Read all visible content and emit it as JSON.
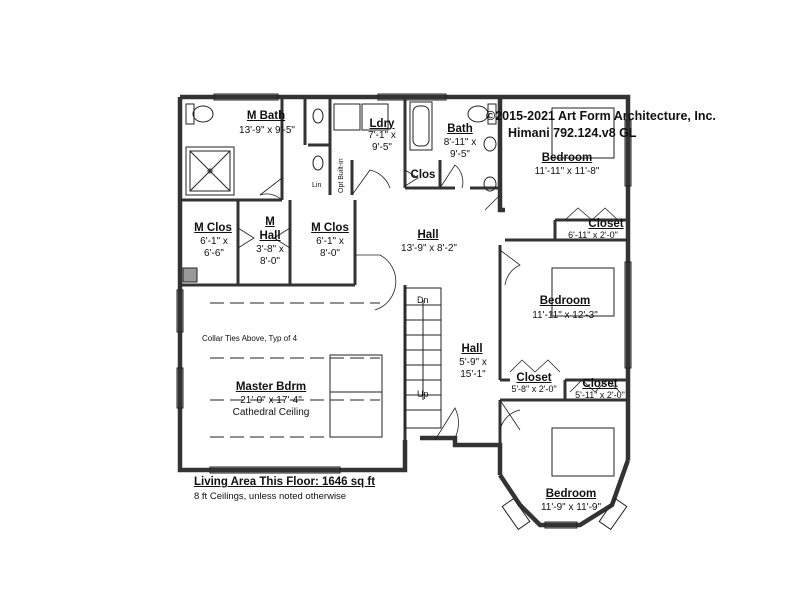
{
  "copyright": {
    "line1": "©2015-2021 Art Form Architecture, Inc.",
    "line2": "Himani 792.124.v8 GL"
  },
  "rooms": {
    "m_bath": {
      "name": "M Bath",
      "dims": "13'-9\" x 9'-5\""
    },
    "ldry": {
      "name": "Ldry",
      "dims_l1": "7'-1\" x",
      "dims_l2": "9'-5\""
    },
    "bath": {
      "name": "Bath",
      "dims_l1": "8'-11\" x",
      "dims_l2": "9'-5\""
    },
    "clos": {
      "name": "Clos"
    },
    "bedroom1": {
      "name": "Bedroom",
      "dims": "11'-11\" x 11'-8\""
    },
    "closet1": {
      "name": "Closet",
      "dims": "6'-11\" x 2'-0\""
    },
    "m_clos_left": {
      "name": "M Clos",
      "dims_l1": "6'-1\" x",
      "dims_l2": "6'-6\""
    },
    "m_hall": {
      "name_l1": "M",
      "name_l2": "Hall",
      "dims_l1": "3'-8\" x",
      "dims_l2": "8'-0\""
    },
    "m_clos_right": {
      "name": "M Clos",
      "dims_l1": "6'-1\" x",
      "dims_l2": "8'-0\""
    },
    "hall_upper": {
      "name": "Hall",
      "dims": "13'-9\" x 8'-2\""
    },
    "bedroom2": {
      "name": "Bedroom",
      "dims": "11'-11\" x 12'-3\""
    },
    "hall_lower": {
      "name": "Hall",
      "dims_l1": "5'-9\" x",
      "dims_l2": "15'-1\""
    },
    "closet2": {
      "name": "Closet",
      "dims": "5'-8\" x 2'-0\""
    },
    "closet3": {
      "name": "Closet",
      "dims": "5'-11\" x 2'-0\""
    },
    "master_bdrm": {
      "name": "Master Bdrm",
      "dims": "21'-0\" x 17'-4\"",
      "ceiling": "Cathedral Ceiling"
    },
    "bedroom3": {
      "name": "Bedroom",
      "dims": "11'-9\" x 11'-9\""
    }
  },
  "labels": {
    "lin": "Lin",
    "opt_built_in": "Opt Built-in",
    "collar_ties": "Collar Ties Above, Typ of 4",
    "stair_dn": "Dn",
    "stair_up": "Up"
  },
  "footer": {
    "living_area": "Living Area This Floor: 1646 sq ft",
    "ceilings": "8 ft Ceilings, unless noted otherwise"
  }
}
